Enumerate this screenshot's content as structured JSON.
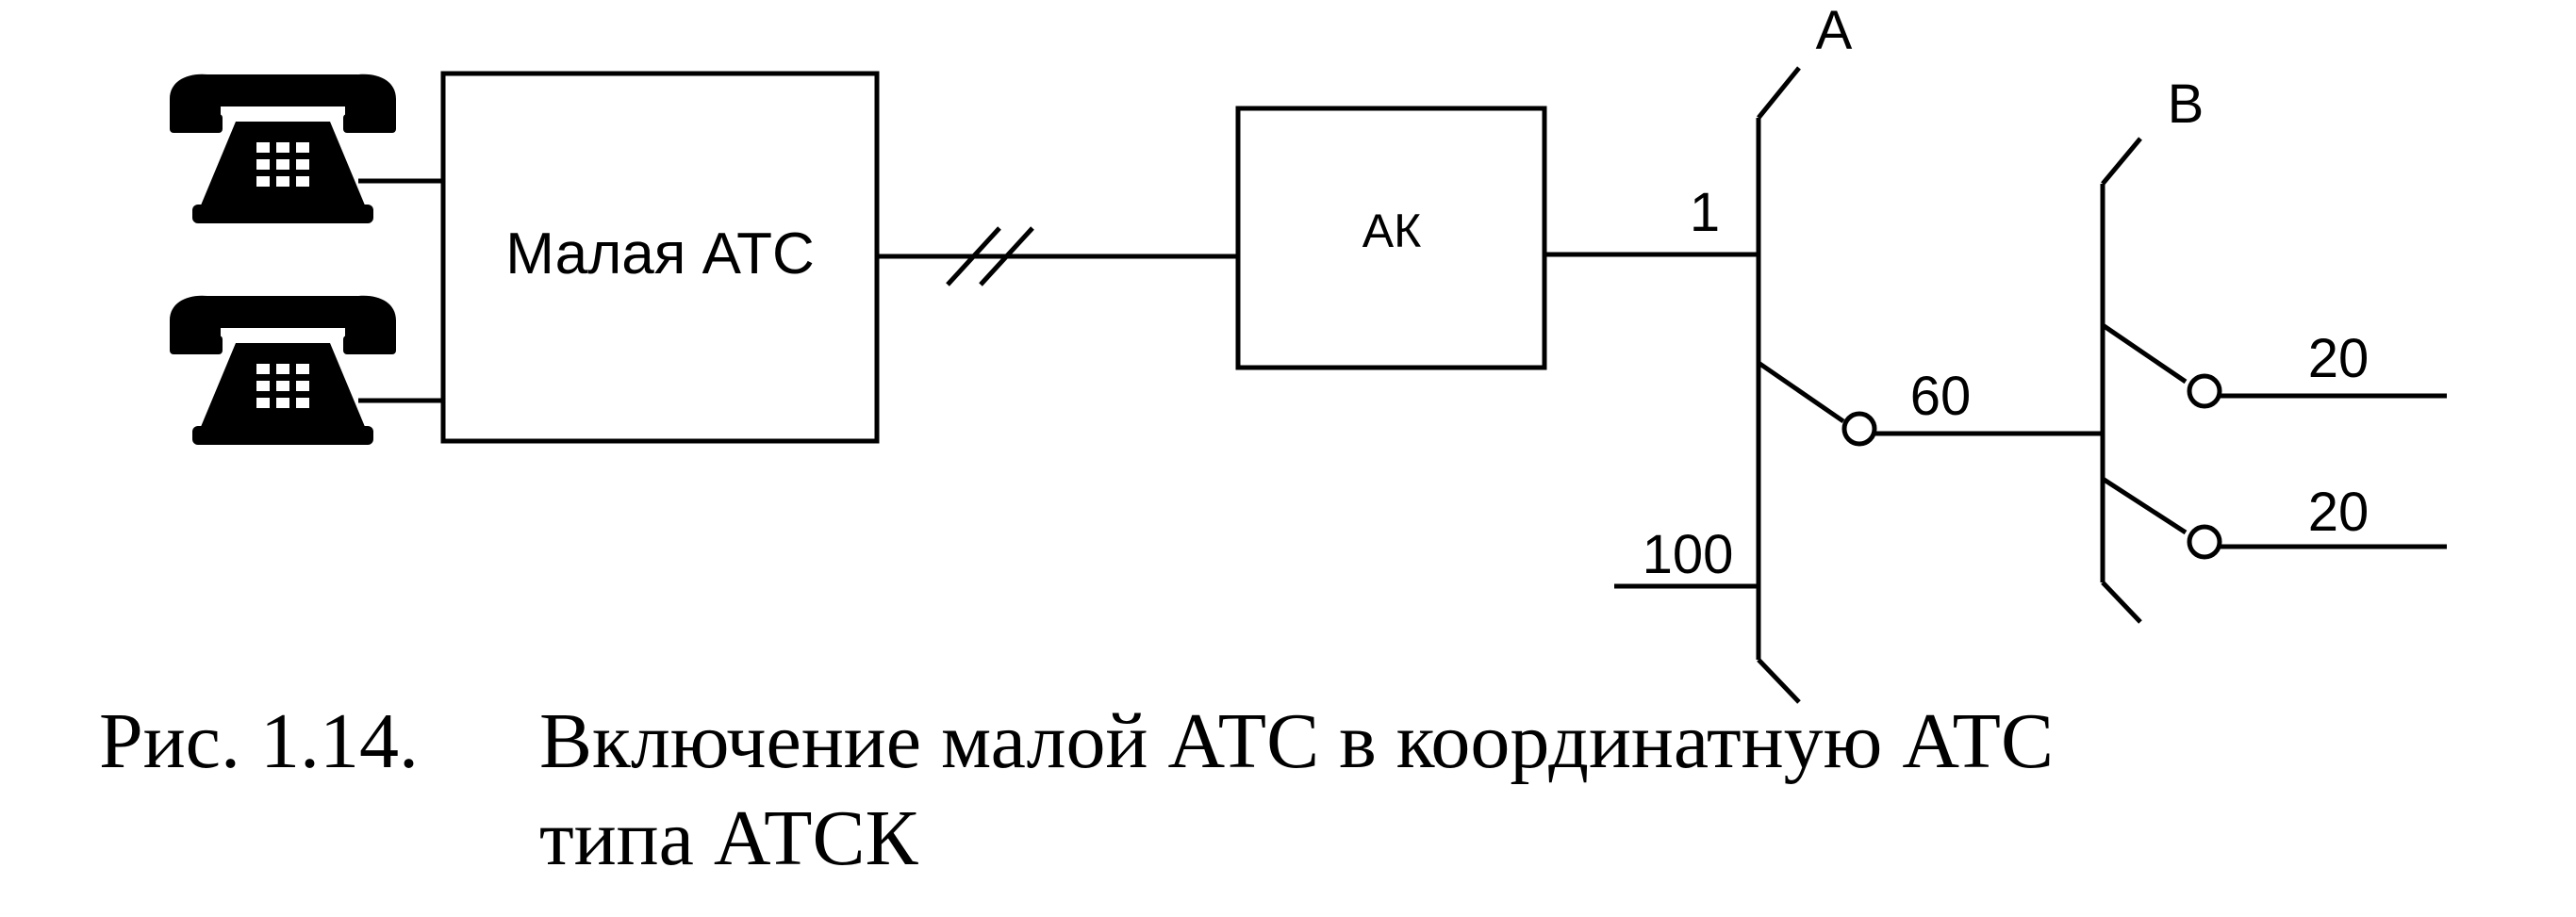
{
  "diagram": {
    "small_pbx_label": "Малая АТС",
    "ak_label": "АК",
    "selector_a_label": "A",
    "selector_b_label": "B",
    "a_outlet_1_label": "1",
    "a_outlet_60_label": "60",
    "a_outlet_100_label": "100",
    "b_outlet_1_label": "20",
    "b_outlet_2_label": "20",
    "icons": [
      "telephone-icon",
      "telephone-icon"
    ]
  },
  "caption": {
    "number": "Рис. 1.14.",
    "line1": "Включение малой АТС в координатную АТС",
    "line2": "типа АТСК"
  }
}
